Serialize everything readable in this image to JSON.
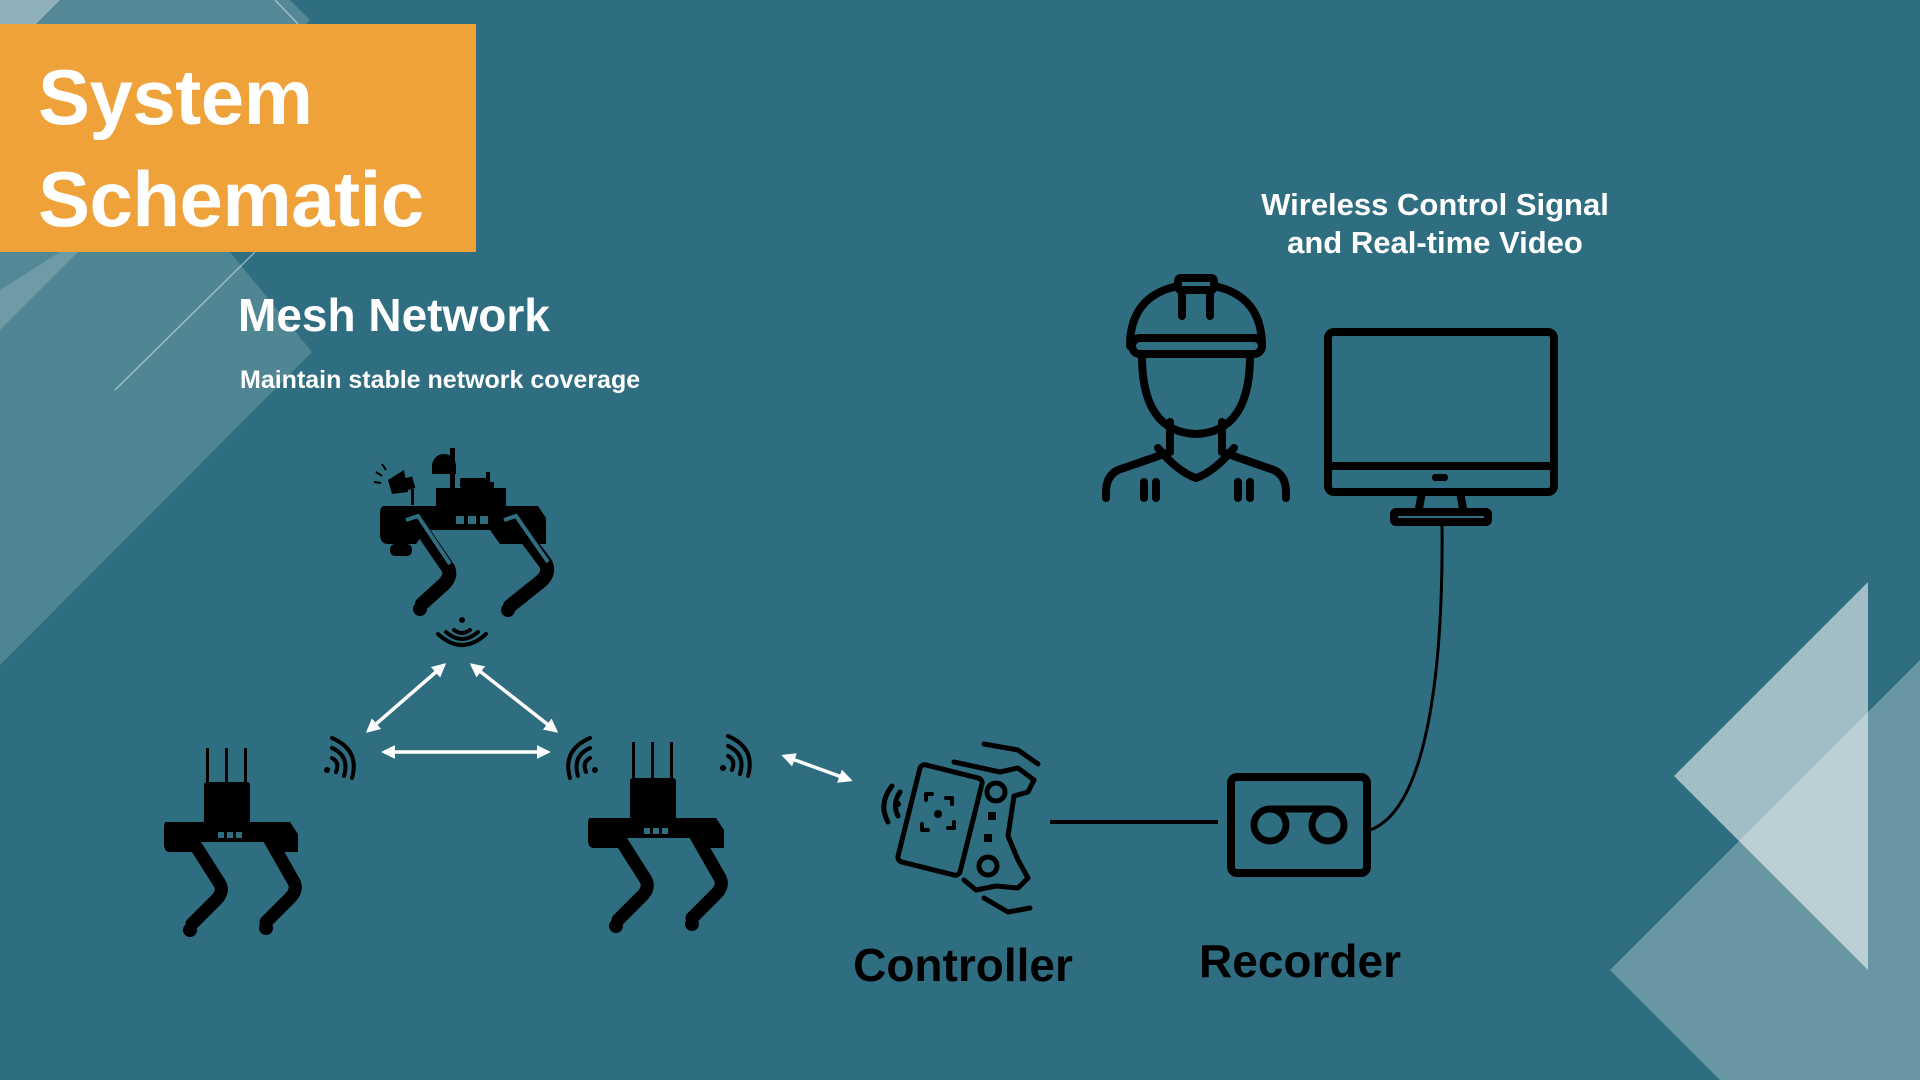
{
  "slide": {
    "title_lines": [
      "System",
      "Schematic"
    ],
    "mesh": {
      "title": "Mesh Network",
      "subtitle": "Maintain stable network coverage"
    },
    "wireless_caption": [
      "Wireless Control Signal",
      "and Real-time Video"
    ],
    "labels": {
      "controller": "Controller",
      "recorder": "Recorder"
    }
  },
  "diagram": {
    "nodes": [
      {
        "id": "robot-top",
        "kind": "quadruped-robot",
        "equipment": "camera-dome-and-spotlight"
      },
      {
        "id": "robot-left",
        "kind": "quadruped-robot",
        "equipment": "antenna-router"
      },
      {
        "id": "robot-right",
        "kind": "quadruped-robot",
        "equipment": "antenna-router"
      },
      {
        "id": "controller",
        "kind": "handheld-controller"
      },
      {
        "id": "recorder",
        "kind": "recorder"
      },
      {
        "id": "monitor",
        "kind": "monitor"
      },
      {
        "id": "operator",
        "kind": "worker"
      }
    ],
    "links": [
      {
        "from": "robot-top",
        "to": "robot-left",
        "type": "wireless-bidirectional"
      },
      {
        "from": "robot-top",
        "to": "robot-right",
        "type": "wireless-bidirectional"
      },
      {
        "from": "robot-left",
        "to": "robot-right",
        "type": "wireless-bidirectional"
      },
      {
        "from": "robot-right",
        "to": "controller",
        "type": "wireless-bidirectional"
      },
      {
        "from": "controller",
        "to": "recorder",
        "type": "wired"
      },
      {
        "from": "recorder",
        "to": "monitor",
        "type": "wired"
      }
    ]
  },
  "colors": {
    "background": "#2f6e80",
    "accent": "#efa13a",
    "text": "#ffffff",
    "icon": "#000000",
    "arrow": "#ffffff"
  }
}
